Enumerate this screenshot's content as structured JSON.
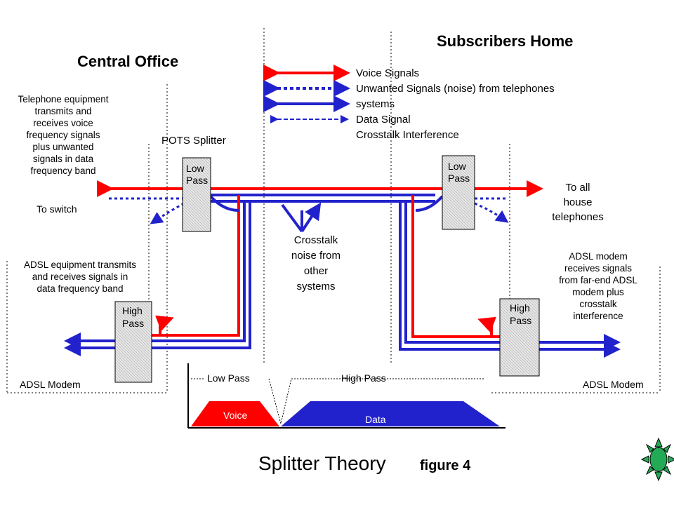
{
  "headings": {
    "central_office": "Central Office",
    "subscribers_home": "Subscribers Home",
    "pots_splitter": "POTS Splitter"
  },
  "legend": {
    "voice": "Voice Signals",
    "unwanted_1": "Unwanted Signals (noise) from telephones",
    "unwanted_2": "systems",
    "data": "Data Signal",
    "crosstalk": "Crosstalk Interference"
  },
  "notes": {
    "telephone_equipment": [
      "Telephone equipment",
      "transmits and",
      "receives voice",
      "frequency signals",
      "plus unwanted",
      "signals in data",
      "frequency band"
    ],
    "to_switch": "To switch",
    "to_all": [
      "To  all",
      "house",
      "telephones"
    ],
    "crosstalk_noise": [
      "Crosstalk",
      "noise from",
      "other",
      "systems"
    ],
    "adsl_equipment": [
      "ADSL equipment transmits",
      "and receives  signals  in",
      "data frequency band"
    ],
    "adsl_modem_receives": [
      "ADSL modem",
      "receives signals",
      "from far-end ADSL",
      "modem plus",
      "crosstalk",
      "interference"
    ],
    "adsl_modem_left": "ADSL Modem",
    "adsl_modem_right": "ADSL Modem"
  },
  "filters": {
    "low_left": [
      "Low",
      "Pass"
    ],
    "low_right": [
      "Low",
      "Pass"
    ],
    "high_left": [
      "High",
      "Pass"
    ],
    "high_right": [
      "High",
      "Pass"
    ]
  },
  "spectrum": {
    "low_pass": "Low Pass",
    "high_pass": "High Pass",
    "voice": "Voice",
    "data": "Data"
  },
  "title": {
    "main": "Splitter Theory",
    "figure": "figure 4"
  },
  "colors": {
    "voice": "#ff0000",
    "data": "#2222cc",
    "filter_fill": "#e0e0e0",
    "nav_icon": "#22aa55"
  },
  "nav_icon": "sun-star-icon"
}
